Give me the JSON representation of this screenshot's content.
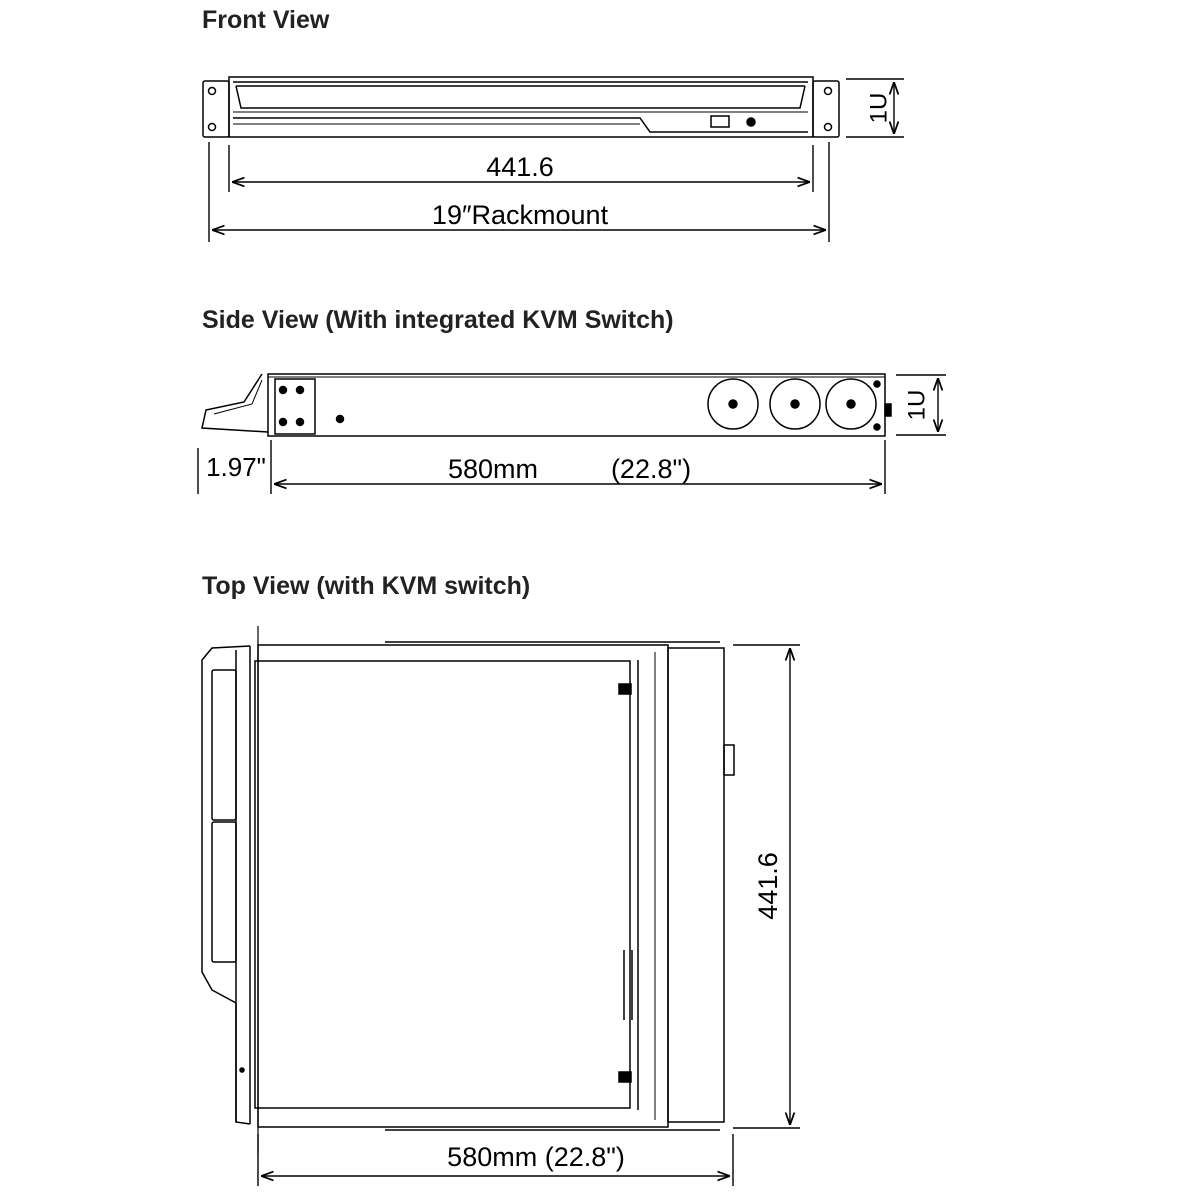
{
  "front_view": {
    "title": "Front View",
    "width_label": "441.6",
    "rack_label": "19″Rackmount",
    "height_label": "1U"
  },
  "side_view": {
    "title": "Side View (With integrated KVM Switch)",
    "offset_label": "1.97\"",
    "depth_mm_label": "580mm",
    "depth_in_label": "(22.8\")",
    "height_label": "1U"
  },
  "top_view": {
    "title": "Top View (with KVM switch)",
    "width_label": "441.6",
    "depth_label": "580mm (22.8\")"
  }
}
